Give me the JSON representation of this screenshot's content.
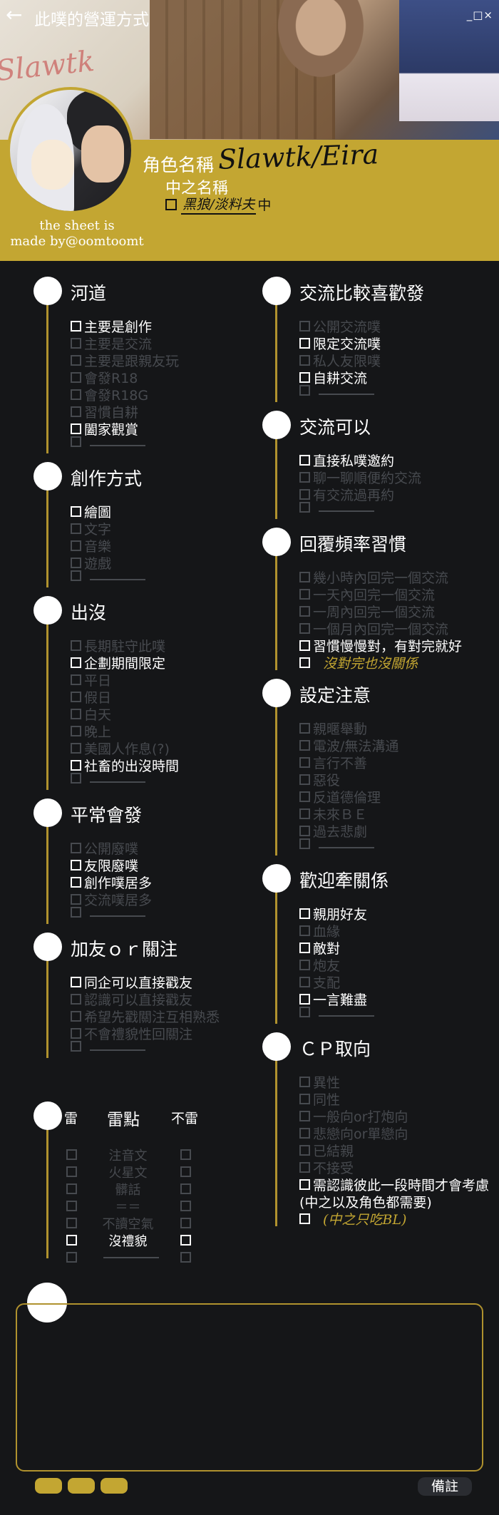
{
  "window": {
    "title": "此噗的營運方式",
    "controls": "_□×"
  },
  "header": {
    "bg_script": "Slawtk"
  },
  "profile": {
    "name_label": "角色名稱",
    "signature": "Slawtk/Eira",
    "china_label": "中之名稱",
    "china_value": "黑狼/淡料夫",
    "china_suffix": "中",
    "credit_line1": "the sheet is",
    "credit_line2": "made by@oomtoomt"
  },
  "left": [
    {
      "title": "河道",
      "options": [
        {
          "label": "主要是創作",
          "on": true
        },
        {
          "label": "主要是交流",
          "on": false
        },
        {
          "label": "主要是跟親友玩",
          "on": false
        },
        {
          "label": "會發R18",
          "on": false
        },
        {
          "label": "會發R18G",
          "on": false
        },
        {
          "label": "習慣自耕",
          "on": false
        },
        {
          "label": "闔家觀賞",
          "on": true
        },
        {
          "label": "",
          "on": false,
          "blank": true
        }
      ]
    },
    {
      "title": "創作方式",
      "options": [
        {
          "label": "繪圖",
          "on": true
        },
        {
          "label": "文字",
          "on": false
        },
        {
          "label": "音樂",
          "on": false
        },
        {
          "label": "遊戲",
          "on": false
        },
        {
          "label": "",
          "on": false,
          "blank": true
        }
      ]
    },
    {
      "title": "出沒",
      "options": [
        {
          "label": "長期駐守此噗",
          "on": false
        },
        {
          "label": "企劃期間限定",
          "on": true
        },
        {
          "label": "平日",
          "on": false
        },
        {
          "label": "假日",
          "on": false
        },
        {
          "label": "白天",
          "on": false
        },
        {
          "label": "晚上",
          "on": false
        },
        {
          "label": "美國人作息(?)",
          "on": false
        },
        {
          "label": "社畜的出沒時間",
          "on": true
        },
        {
          "label": "",
          "on": false,
          "blank": true
        }
      ]
    },
    {
      "title": "平常會發",
      "options": [
        {
          "label": "公開廢噗",
          "on": false
        },
        {
          "label": "友限廢噗",
          "on": true
        },
        {
          "label": "創作噗居多",
          "on": true
        },
        {
          "label": "交流噗居多",
          "on": false
        },
        {
          "label": "",
          "on": false,
          "blank": true
        }
      ]
    },
    {
      "title": "加友ｏｒ關注",
      "options": [
        {
          "label": "同企可以直接戳友",
          "on": true
        },
        {
          "label": "認識可以直接戳友",
          "on": false
        },
        {
          "label": "希望先戳關注互相熟悉",
          "on": false
        },
        {
          "label": "不會禮貌性回關注",
          "on": false
        },
        {
          "label": "",
          "on": false,
          "blank": true
        }
      ]
    }
  ],
  "lei": {
    "left_head": "雷",
    "mid_head": "雷點",
    "right_head": "不雷",
    "rows": [
      {
        "label": "注音文",
        "state": "off"
      },
      {
        "label": "火星文",
        "state": "off"
      },
      {
        "label": "髒話",
        "state": "off"
      },
      {
        "label": "＝＝",
        "state": "off"
      },
      {
        "label": "不讀空氣",
        "state": "off"
      },
      {
        "label": "沒禮貌",
        "state": "left"
      },
      {
        "label": "",
        "state": "off",
        "blank": true
      }
    ]
  },
  "right": [
    {
      "title": "交流比較喜歡發",
      "options": [
        {
          "label": "公開交流噗",
          "on": false
        },
        {
          "label": "限定交流噗",
          "on": true
        },
        {
          "label": "私人友限噗",
          "on": false
        },
        {
          "label": "自耕交流",
          "on": true
        },
        {
          "label": "",
          "on": false,
          "blank": true
        }
      ]
    },
    {
      "title": "交流可以",
      "options": [
        {
          "label": "直接私噗邀約",
          "on": true
        },
        {
          "label": "聊一聊順便約交流",
          "on": false
        },
        {
          "label": "有交流過再約",
          "on": false
        },
        {
          "label": "",
          "on": false,
          "blank": true
        }
      ]
    },
    {
      "title": "回覆頻率習慣",
      "options": [
        {
          "label": "幾小時內回完一個交流",
          "on": false
        },
        {
          "label": "一天內回完一個交流",
          "on": false
        },
        {
          "label": "一周內回完一個交流",
          "on": false
        },
        {
          "label": "一個月內回完一個交流",
          "on": false
        },
        {
          "label": "習慣慢慢對，有對完就好",
          "on": true
        },
        {
          "label": "沒對完也沒關係",
          "on": true,
          "hand": true
        }
      ]
    },
    {
      "title": "設定注意",
      "options": [
        {
          "label": "親暱舉動",
          "on": false
        },
        {
          "label": "電波/無法溝通",
          "on": false
        },
        {
          "label": "言行不善",
          "on": false
        },
        {
          "label": "惡役",
          "on": false
        },
        {
          "label": "反道德倫理",
          "on": false
        },
        {
          "label": "未來ＢＥ",
          "on": false
        },
        {
          "label": "過去悲劇",
          "on": false
        },
        {
          "label": "",
          "on": false,
          "blank": true
        }
      ]
    },
    {
      "title": "歡迎牽關係",
      "options": [
        {
          "label": "親朋好友",
          "on": true
        },
        {
          "label": "血緣",
          "on": false
        },
        {
          "label": "敵對",
          "on": true
        },
        {
          "label": "炮友",
          "on": false
        },
        {
          "label": "支配",
          "on": false
        },
        {
          "label": "一言難盡",
          "on": true
        },
        {
          "label": "",
          "on": false,
          "blank": true
        }
      ]
    },
    {
      "title": "ＣＰ取向",
      "options": [
        {
          "label": "異性",
          "on": false
        },
        {
          "label": "同性",
          "on": false
        },
        {
          "label": "一般向or打炮向",
          "on": false
        },
        {
          "label": "悲戀向or單戀向",
          "on": false
        },
        {
          "label": "已結親",
          "on": false
        },
        {
          "label": "不接受",
          "on": false
        },
        {
          "label": "需認識彼此一段時間才會考慮",
          "on": true
        },
        {
          "label": "(中之以及角色都需要)",
          "on": true,
          "nobox": true
        },
        {
          "label": "(中之只吃BL)",
          "on": true,
          "hand": true
        }
      ]
    }
  ],
  "footer": {
    "notes_label": "備註"
  }
}
